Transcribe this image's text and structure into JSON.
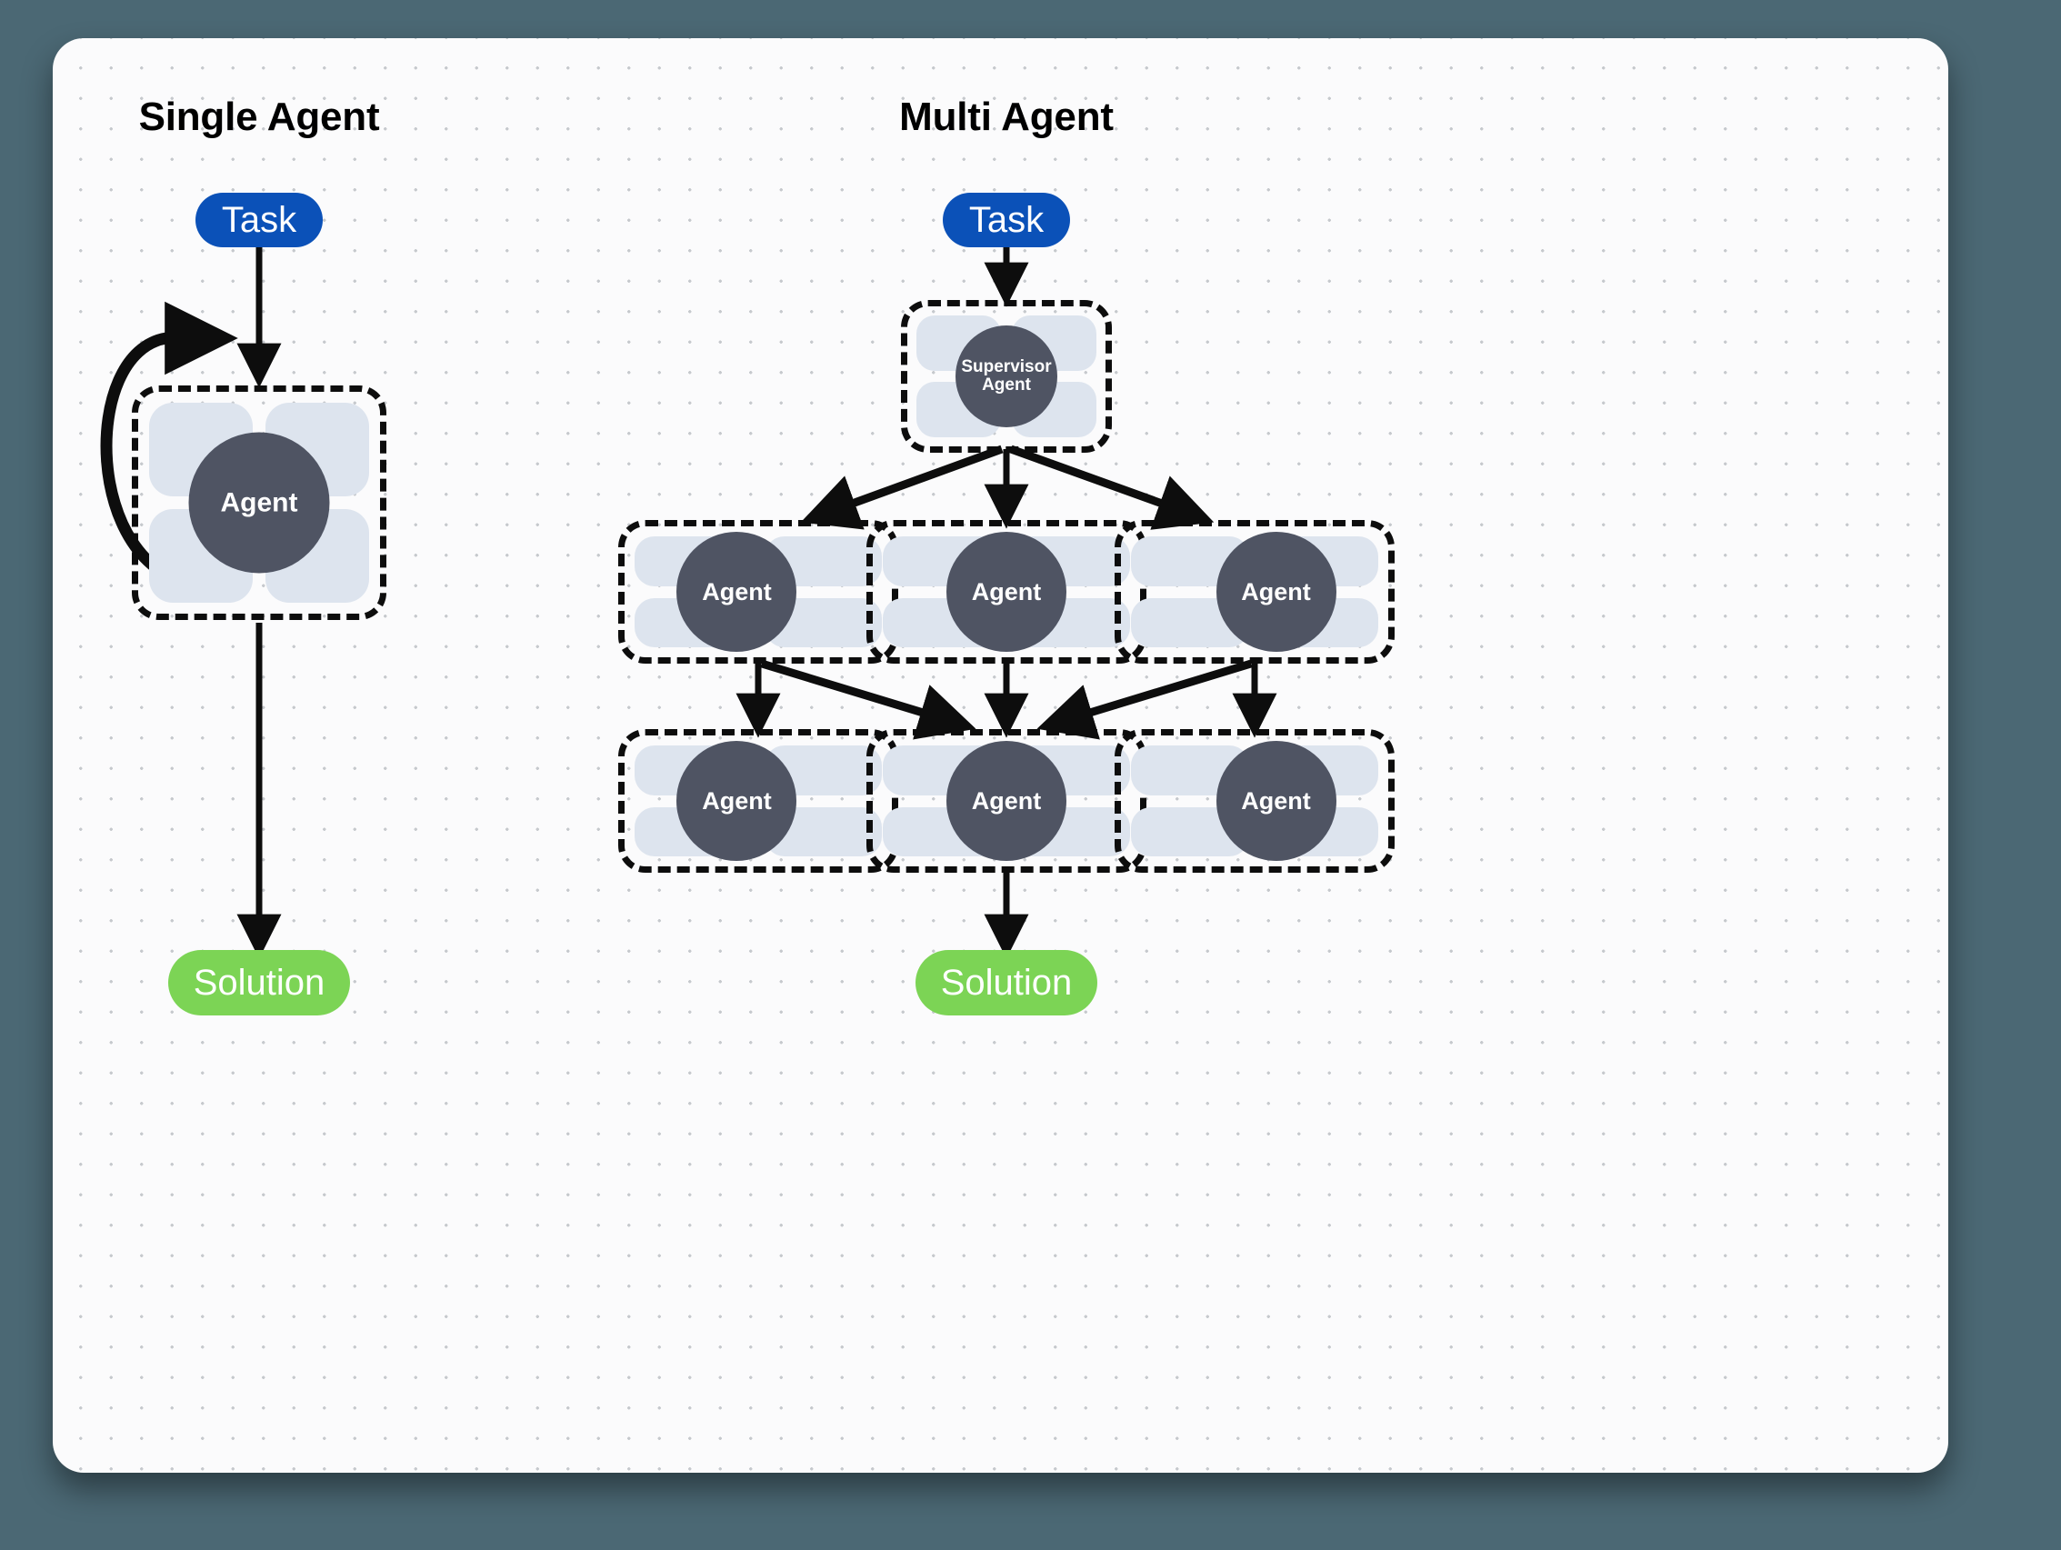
{
  "canvas": {
    "background_color": "#fbfbfc",
    "page_background_color": "#4b6874",
    "grid": "dotted"
  },
  "colors": {
    "task": "#0b51b8",
    "solution": "#7cd455",
    "agent_circle": "#4f5463",
    "agent_tile": "#dde4ee",
    "stroke": "#0d0d0d"
  },
  "panels": [
    {
      "id": "single",
      "title": "Single Agent"
    },
    {
      "id": "multi",
      "title": "Multi Agent"
    }
  ],
  "single_agent": {
    "task_label": "Task",
    "agent_label": "Agent",
    "solution_label": "Solution",
    "loop_arrow": "self-loop"
  },
  "multi_agent": {
    "task_label": "Task",
    "supervisor_label_line1": "Supervisor",
    "supervisor_label_line2": "Agent",
    "row1": [
      {
        "label": "Agent"
      },
      {
        "label": "Agent"
      },
      {
        "label": "Agent"
      }
    ],
    "row2": [
      {
        "label": "Agent"
      },
      {
        "label": "Agent"
      },
      {
        "label": "Agent"
      }
    ],
    "solution_label": "Solution"
  }
}
